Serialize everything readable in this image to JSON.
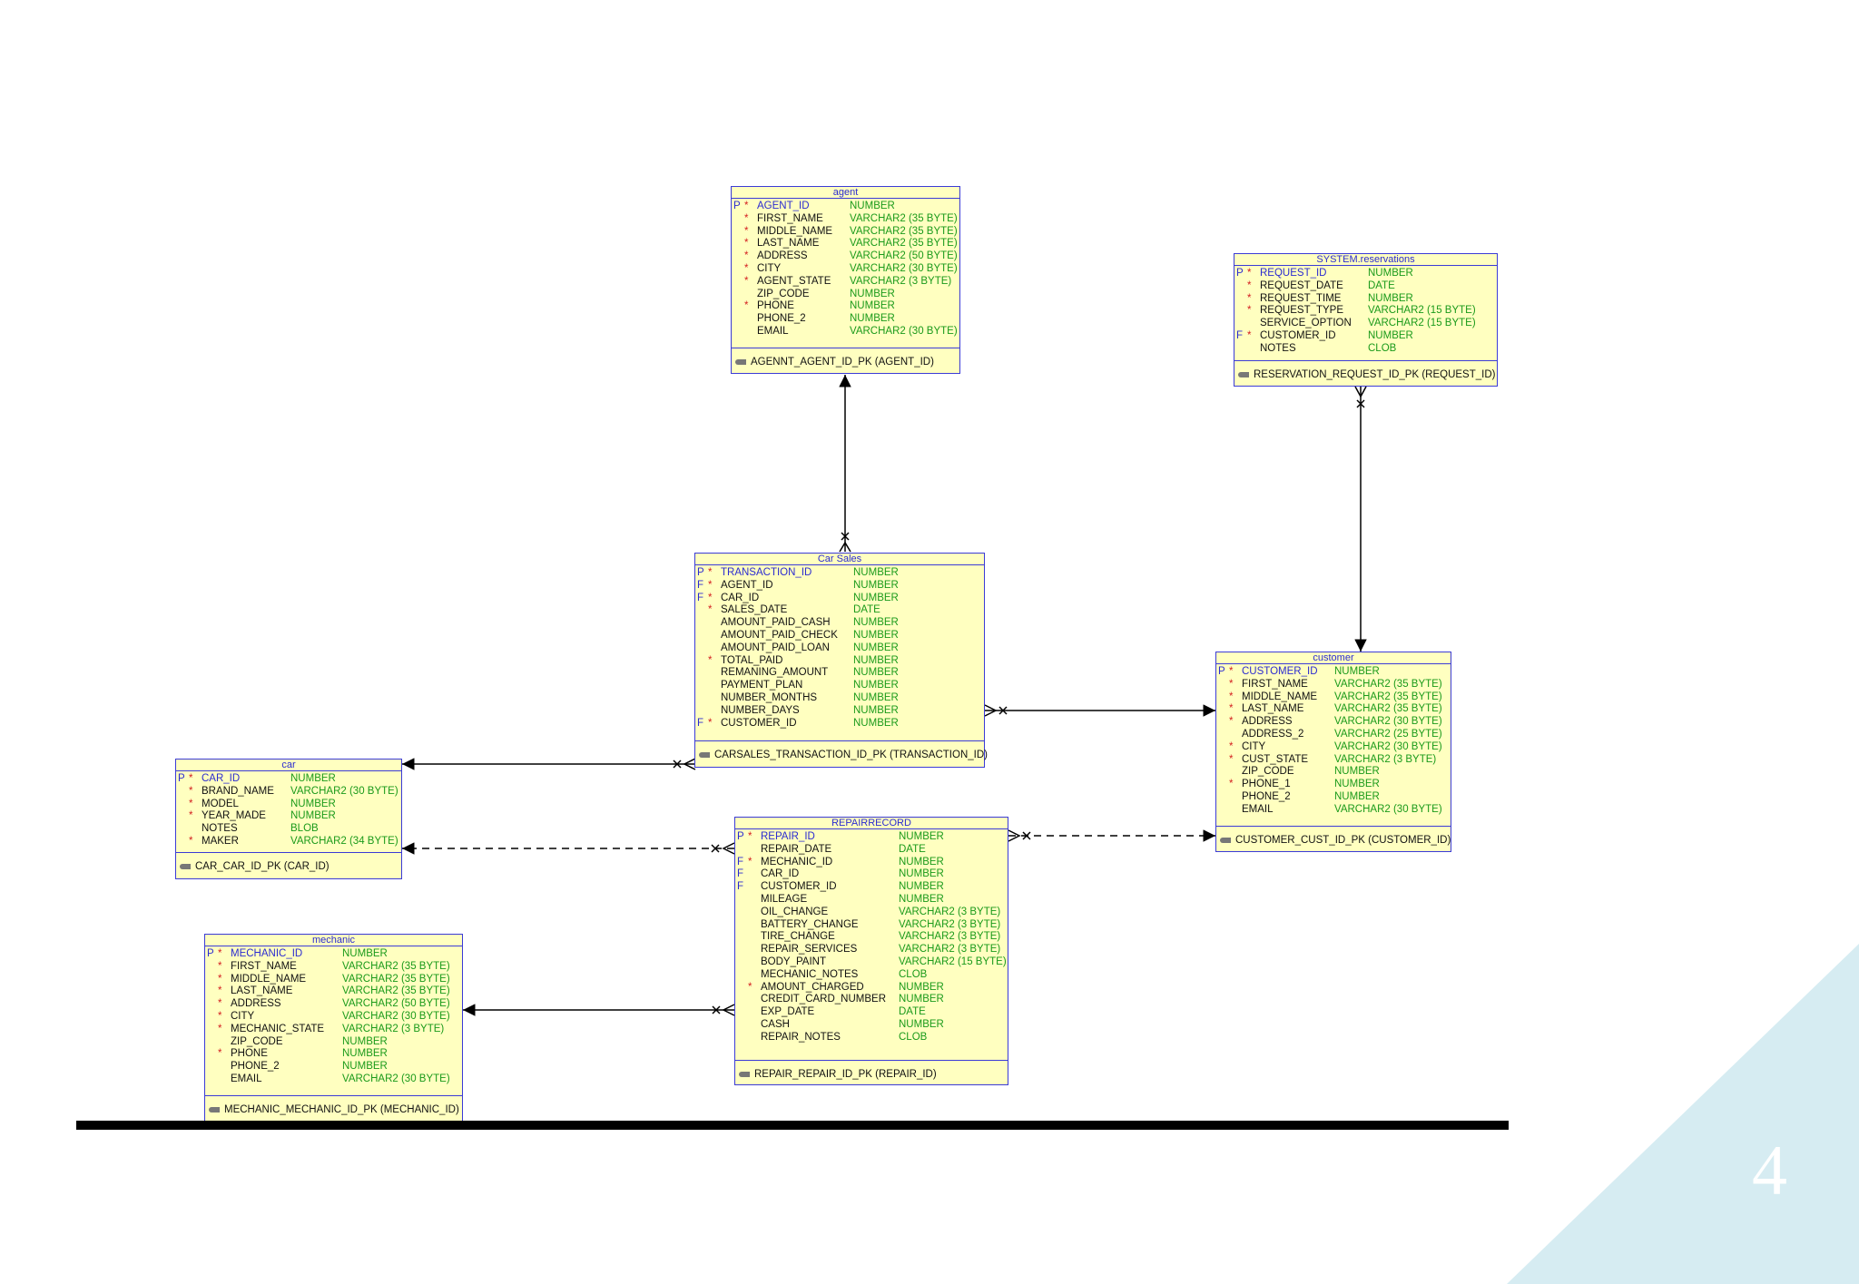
{
  "colors": {
    "table_fill": "#ffffc0",
    "table_border": "#3b3bd6",
    "pk_text": "#2b2bd0",
    "type_text": "#1a9a1a",
    "mandatory": "#d42020",
    "corner": "#d6ecf2"
  },
  "page_number": "4",
  "tables": [
    {
      "id": "agent",
      "title": "agent",
      "columns": [
        {
          "flag": "P",
          "mand": "*",
          "name": "AGENT_ID",
          "type": "NUMBER",
          "pk": true
        },
        {
          "flag": "",
          "mand": "*",
          "name": "FIRST_NAME",
          "type": "VARCHAR2 (35 BYTE)"
        },
        {
          "flag": "",
          "mand": "*",
          "name": "MIDDLE_NAME",
          "type": "VARCHAR2 (35 BYTE)"
        },
        {
          "flag": "",
          "mand": "*",
          "name": "LAST_NAME",
          "type": "VARCHAR2 (35 BYTE)"
        },
        {
          "flag": "",
          "mand": "*",
          "name": "ADDRESS",
          "type": "VARCHAR2 (50 BYTE)"
        },
        {
          "flag": "",
          "mand": "*",
          "name": "CITY",
          "type": "VARCHAR2 (30 BYTE)"
        },
        {
          "flag": "",
          "mand": "*",
          "name": "AGENT_STATE",
          "type": "VARCHAR2 (3 BYTE)"
        },
        {
          "flag": "",
          "mand": "",
          "name": "ZIP_CODE",
          "type": "NUMBER"
        },
        {
          "flag": "",
          "mand": "*",
          "name": "PHONE",
          "type": "NUMBER"
        },
        {
          "flag": "",
          "mand": "",
          "name": "PHONE_2",
          "type": "NUMBER"
        },
        {
          "flag": "",
          "mand": "",
          "name": "EMAIL",
          "type": "VARCHAR2 (30 BYTE)"
        }
      ],
      "keys": [
        "AGENNT_AGENT_ID_PK (AGENT_ID)"
      ]
    },
    {
      "id": "reservations",
      "title": "SYSTEM.reservations",
      "columns": [
        {
          "flag": "P",
          "mand": "*",
          "name": "REQUEST_ID",
          "type": "NUMBER",
          "pk": true
        },
        {
          "flag": "",
          "mand": "*",
          "name": "REQUEST_DATE",
          "type": "DATE"
        },
        {
          "flag": "",
          "mand": "*",
          "name": "REQUEST_TIME",
          "type": "NUMBER"
        },
        {
          "flag": "",
          "mand": "*",
          "name": "REQUEST_TYPE",
          "type": "VARCHAR2 (15 BYTE)"
        },
        {
          "flag": "",
          "mand": "",
          "name": "SERVICE_OPTION",
          "type": "VARCHAR2 (15 BYTE)"
        },
        {
          "flag": "F",
          "mand": "*",
          "name": "CUSTOMER_ID",
          "type": "NUMBER"
        },
        {
          "flag": "",
          "mand": "",
          "name": "NOTES",
          "type": "CLOB"
        }
      ],
      "keys": [
        "RESERVATION_REQUEST_ID_PK (REQUEST_ID)"
      ]
    },
    {
      "id": "carsales",
      "title": "Car Sales",
      "columns": [
        {
          "flag": "P",
          "mand": "*",
          "name": "TRANSACTION_ID",
          "type": "NUMBER",
          "pk": true
        },
        {
          "flag": "F",
          "mand": "*",
          "name": "AGENT_ID",
          "type": "NUMBER"
        },
        {
          "flag": "F",
          "mand": "*",
          "name": "CAR_ID",
          "type": "NUMBER"
        },
        {
          "flag": "",
          "mand": "*",
          "name": "SALES_DATE",
          "type": "DATE"
        },
        {
          "flag": "",
          "mand": "",
          "name": "AMOUNT_PAID_CASH",
          "type": "NUMBER"
        },
        {
          "flag": "",
          "mand": "",
          "name": "AMOUNT_PAID_CHECK",
          "type": "NUMBER"
        },
        {
          "flag": "",
          "mand": "",
          "name": "AMOUNT_PAID_LOAN",
          "type": "NUMBER"
        },
        {
          "flag": "",
          "mand": "*",
          "name": "TOTAL_PAID",
          "type": "NUMBER"
        },
        {
          "flag": "",
          "mand": "",
          "name": "REMANING_AMOUNT",
          "type": "NUMBER"
        },
        {
          "flag": "",
          "mand": "",
          "name": "PAYMENT_PLAN",
          "type": "NUMBER"
        },
        {
          "flag": "",
          "mand": "",
          "name": "NUMBER_MONTHS",
          "type": "NUMBER"
        },
        {
          "flag": "",
          "mand": "",
          "name": "NUMBER_DAYS",
          "type": "NUMBER"
        },
        {
          "flag": "F",
          "mand": "*",
          "name": "CUSTOMER_ID",
          "type": "NUMBER"
        }
      ],
      "keys": [
        "CARSALES_TRANSACTION_ID_PK (TRANSACTION_ID)"
      ]
    },
    {
      "id": "customer",
      "title": "customer",
      "columns": [
        {
          "flag": "P",
          "mand": "*",
          "name": "CUSTOMER_ID",
          "type": "NUMBER",
          "pk": true
        },
        {
          "flag": "",
          "mand": "*",
          "name": "FIRST_NAME",
          "type": "VARCHAR2 (35 BYTE)"
        },
        {
          "flag": "",
          "mand": "*",
          "name": "MIDDLE_NAME",
          "type": "VARCHAR2 (35 BYTE)"
        },
        {
          "flag": "",
          "mand": "*",
          "name": "LAST_NAME",
          "type": "VARCHAR2 (35 BYTE)"
        },
        {
          "flag": "",
          "mand": "*",
          "name": "ADDRESS",
          "type": "VARCHAR2 (30 BYTE)"
        },
        {
          "flag": "",
          "mand": "",
          "name": "ADDRESS_2",
          "type": "VARCHAR2 (25 BYTE)"
        },
        {
          "flag": "",
          "mand": "*",
          "name": "CITY",
          "type": "VARCHAR2 (30 BYTE)"
        },
        {
          "flag": "",
          "mand": "*",
          "name": "CUST_STATE",
          "type": "VARCHAR2 (3 BYTE)"
        },
        {
          "flag": "",
          "mand": "",
          "name": "ZIP_CODE",
          "type": "NUMBER"
        },
        {
          "flag": "",
          "mand": "*",
          "name": "PHONE_1",
          "type": "NUMBER"
        },
        {
          "flag": "",
          "mand": "",
          "name": "PHONE_2",
          "type": "NUMBER"
        },
        {
          "flag": "",
          "mand": "",
          "name": "EMAIL",
          "type": "VARCHAR2 (30 BYTE)"
        }
      ],
      "keys": [
        "CUSTOMER_CUST_ID_PK (CUSTOMER_ID)"
      ]
    },
    {
      "id": "car",
      "title": "car",
      "columns": [
        {
          "flag": "P",
          "mand": "*",
          "name": "CAR_ID",
          "type": "NUMBER",
          "pk": true
        },
        {
          "flag": "",
          "mand": "*",
          "name": "BRAND_NAME",
          "type": "VARCHAR2 (30 BYTE)"
        },
        {
          "flag": "",
          "mand": "*",
          "name": "MODEL",
          "type": "NUMBER"
        },
        {
          "flag": "",
          "mand": "*",
          "name": "YEAR_MADE",
          "type": "NUMBER"
        },
        {
          "flag": "",
          "mand": "",
          "name": "NOTES",
          "type": "BLOB"
        },
        {
          "flag": "",
          "mand": "*",
          "name": "MAKER",
          "type": "VARCHAR2 (34 BYTE)"
        }
      ],
      "keys": [
        "CAR_CAR_ID_PK (CAR_ID)"
      ]
    },
    {
      "id": "repairrecord",
      "title": "REPAIRRECORD",
      "columns": [
        {
          "flag": "P",
          "mand": "*",
          "name": "REPAIR_ID",
          "type": "NUMBER",
          "pk": true
        },
        {
          "flag": "",
          "mand": "",
          "name": "REPAIR_DATE",
          "type": "DATE"
        },
        {
          "flag": "F",
          "mand": "*",
          "name": "MECHANIC_ID",
          "type": "NUMBER"
        },
        {
          "flag": "F",
          "mand": "",
          "name": "CAR_ID",
          "type": "NUMBER"
        },
        {
          "flag": "F",
          "mand": "",
          "name": "CUSTOMER_ID",
          "type": "NUMBER"
        },
        {
          "flag": "",
          "mand": "",
          "name": "MILEAGE",
          "type": "NUMBER"
        },
        {
          "flag": "",
          "mand": "",
          "name": "OIL_CHANGE",
          "type": "VARCHAR2 (3 BYTE)"
        },
        {
          "flag": "",
          "mand": "",
          "name": "BATTERY_CHANGE",
          "type": "VARCHAR2 (3 BYTE)"
        },
        {
          "flag": "",
          "mand": "",
          "name": "TIRE_CHANGE",
          "type": "VARCHAR2 (3 BYTE)"
        },
        {
          "flag": "",
          "mand": "",
          "name": "REPAIR_SERVICES",
          "type": "VARCHAR2 (3 BYTE)"
        },
        {
          "flag": "",
          "mand": "",
          "name": "BODY_PAINT",
          "type": "VARCHAR2 (15 BYTE)"
        },
        {
          "flag": "",
          "mand": "",
          "name": "MECHANIC_NOTES",
          "type": "CLOB"
        },
        {
          "flag": "",
          "mand": "*",
          "name": "AMOUNT_CHARGED",
          "type": "NUMBER"
        },
        {
          "flag": "",
          "mand": "",
          "name": "CREDIT_CARD_NUMBER",
          "type": "NUMBER"
        },
        {
          "flag": "",
          "mand": "",
          "name": "EXP_DATE",
          "type": "DATE"
        },
        {
          "flag": "",
          "mand": "",
          "name": "CASH",
          "type": "NUMBER"
        },
        {
          "flag": "",
          "mand": "",
          "name": "REPAIR_NOTES",
          "type": "CLOB"
        }
      ],
      "keys": [
        "REPAIR_REPAIR_ID_PK (REPAIR_ID)"
      ]
    },
    {
      "id": "mechanic",
      "title": "mechanic",
      "columns": [
        {
          "flag": "P",
          "mand": "*",
          "name": "MECHANIC_ID",
          "type": "NUMBER",
          "pk": true
        },
        {
          "flag": "",
          "mand": "*",
          "name": "FIRST_NAME",
          "type": "VARCHAR2 (35 BYTE)"
        },
        {
          "flag": "",
          "mand": "*",
          "name": "MIDDLE_NAME",
          "type": "VARCHAR2 (35 BYTE)"
        },
        {
          "flag": "",
          "mand": "*",
          "name": "LAST_NAME",
          "type": "VARCHAR2 (35 BYTE)"
        },
        {
          "flag": "",
          "mand": "*",
          "name": "ADDRESS",
          "type": "VARCHAR2 (50 BYTE)"
        },
        {
          "flag": "",
          "mand": "*",
          "name": "CITY",
          "type": "VARCHAR2 (30 BYTE)"
        },
        {
          "flag": "",
          "mand": "*",
          "name": "MECHANIC_STATE",
          "type": "VARCHAR2 (3 BYTE)"
        },
        {
          "flag": "",
          "mand": "",
          "name": "ZIP_CODE",
          "type": "NUMBER"
        },
        {
          "flag": "",
          "mand": "*",
          "name": "PHONE",
          "type": "NUMBER"
        },
        {
          "flag": "",
          "mand": "",
          "name": "PHONE_2",
          "type": "NUMBER"
        },
        {
          "flag": "",
          "mand": "",
          "name": "EMAIL",
          "type": "VARCHAR2 (30 BYTE)"
        }
      ],
      "keys": [
        "MECHANIC_MECHANIC_ID_PK (MECHANIC_ID)"
      ]
    }
  ],
  "relationships": [
    {
      "from": "carsales",
      "to": "agent",
      "style": "solid"
    },
    {
      "from": "reservations",
      "to": "customer",
      "style": "solid"
    },
    {
      "from": "carsales",
      "to": "customer",
      "style": "solid"
    },
    {
      "from": "carsales",
      "to": "car",
      "style": "solid"
    },
    {
      "from": "repairrecord",
      "to": "car",
      "style": "dashed"
    },
    {
      "from": "repairrecord",
      "to": "customer",
      "style": "dashed"
    },
    {
      "from": "repairrecord",
      "to": "mechanic",
      "style": "solid"
    }
  ]
}
